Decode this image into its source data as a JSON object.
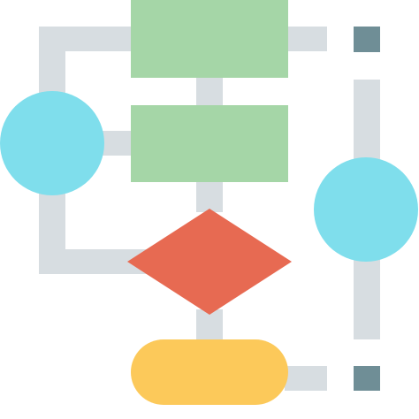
{
  "diagram": {
    "kind": "flowchart-icon",
    "colors": {
      "connector": "#d7dde1",
      "process": "#a5d6a7",
      "decision": "#e76a52",
      "terminal": "#fcc95a",
      "circle": "#7fdeec",
      "marker": "#6f8e96"
    },
    "nodes": [
      {
        "id": "process-top",
        "shape": "rectangle",
        "color_key": "process"
      },
      {
        "id": "process-middle",
        "shape": "rectangle",
        "color_key": "process"
      },
      {
        "id": "decision",
        "shape": "diamond",
        "color_key": "decision"
      },
      {
        "id": "terminal",
        "shape": "rounded-pill",
        "color_key": "terminal"
      },
      {
        "id": "circle-left",
        "shape": "circle",
        "color_key": "circle"
      },
      {
        "id": "circle-right",
        "shape": "circle",
        "color_key": "circle"
      },
      {
        "id": "marker-top",
        "shape": "square",
        "color_key": "marker"
      },
      {
        "id": "marker-bottom",
        "shape": "square",
        "color_key": "marker"
      }
    ]
  }
}
